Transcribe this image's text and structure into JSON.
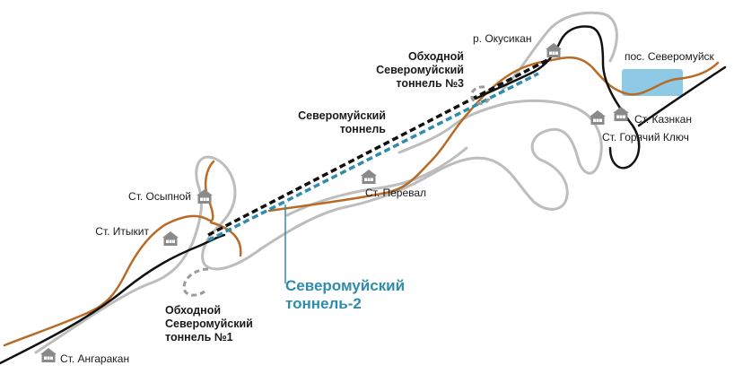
{
  "colors": {
    "road": "#bdbdbd",
    "river": "#b86b26",
    "railway": "#111111",
    "tunnel_new": "#2f8cab",
    "tunnel_old": "#111111",
    "bypass": "#9a9a9a",
    "lake": "#8ec9e6",
    "station_icon": "#8a8a8a"
  },
  "icons": [
    "station-house-icon"
  ],
  "labels": {
    "river_okusikan": "р. Окусикан",
    "settlement_severomuysk": "пос. Северомуйск",
    "bypass3_line1": "Обходной",
    "bypass3_line2": "Северомуйский",
    "bypass3_line3": "тоннель №3",
    "tunnel_old_line1": "Северомуйский",
    "tunnel_old_line2": "тоннель",
    "st_kaznkan": "Ст. Казнкан",
    "st_goryachy": "Ст. Горячий Ключ",
    "st_osypnoy": "Ст. Осыпной",
    "st_pereval": "Ст. Перевал",
    "st_itykit": "Ст. Итыкит",
    "tunnel2_line1": "Северомуйский",
    "tunnel2_line2": "тоннель-2",
    "bypass1_line1": "Обходной",
    "bypass1_line2": "Северомуйский",
    "bypass1_line3": "тоннель №1",
    "st_angarakan": "Ст. Ангаракан"
  }
}
